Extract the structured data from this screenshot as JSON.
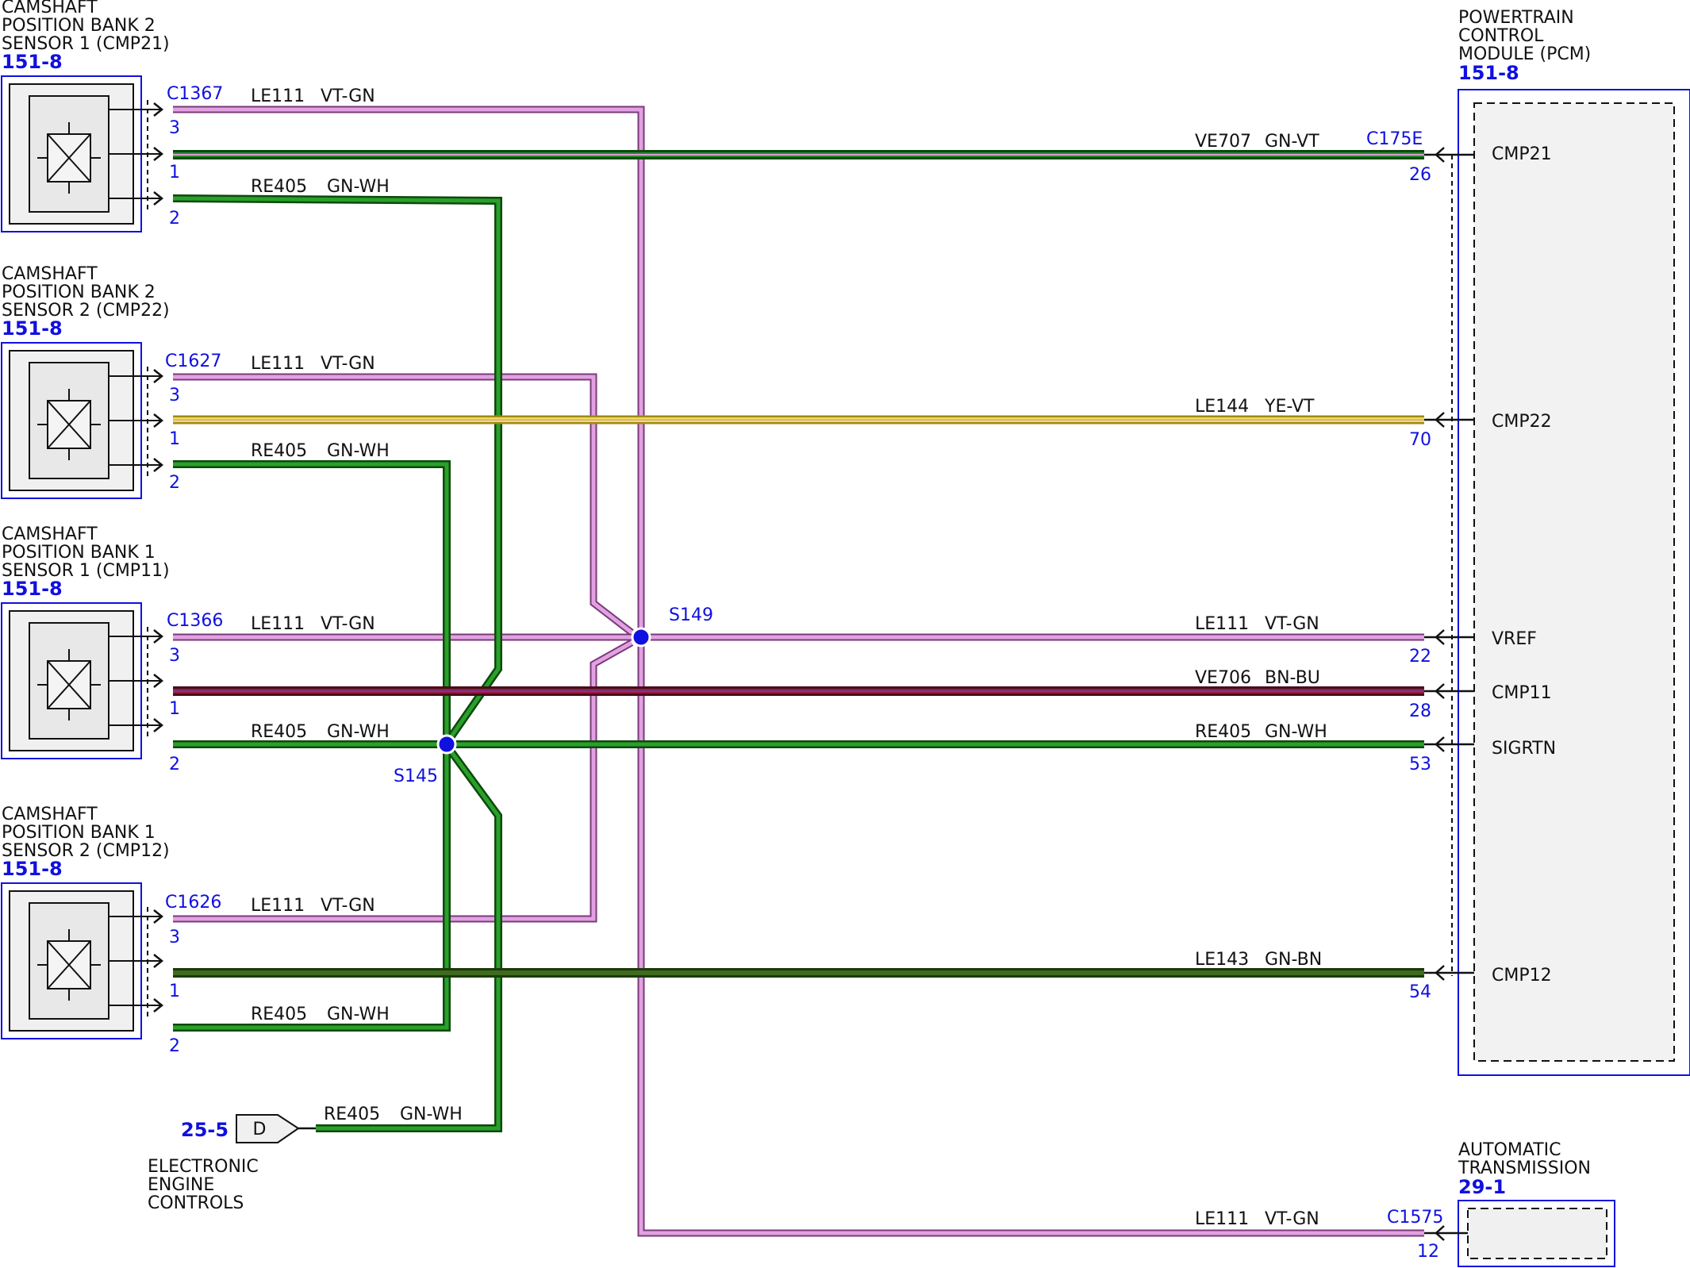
{
  "components": {
    "cmp21": {
      "title": [
        "CAMSHAFT",
        "POSITION BANK 2",
        "SENSOR 1 (CMP21)"
      ],
      "ref": "151-8",
      "connector": "C1367"
    },
    "cmp22": {
      "title": [
        "CAMSHAFT",
        "POSITION BANK 2",
        "SENSOR 2 (CMP22)"
      ],
      "ref": "151-8",
      "connector": "C1627"
    },
    "cmp11": {
      "title": [
        "CAMSHAFT",
        "POSITION BANK 1",
        "SENSOR 1 (CMP11)"
      ],
      "ref": "151-8",
      "connector": "C1366"
    },
    "cmp12": {
      "title": [
        "CAMSHAFT",
        "POSITION BANK 1",
        "SENSOR 2 (CMP12)"
      ],
      "ref": "151-8",
      "connector": "C1626"
    },
    "pcm": {
      "title": [
        "POWERTRAIN",
        "CONTROL",
        "MODULE (PCM)"
      ],
      "ref": "151-8",
      "connector": "C175E",
      "pins": [
        "CMP21",
        "CMP22",
        "VREF",
        "CMP11",
        "SIGRTN",
        "CMP12"
      ]
    },
    "trans": {
      "title": [
        "AUTOMATIC",
        "TRANSMISSION"
      ],
      "ref": "29-1",
      "connector": "C1575"
    },
    "eec": {
      "title": [
        "ELECTRONIC",
        "ENGINE",
        "CONTROLS"
      ],
      "ref": "25-5",
      "connector_letter": "D"
    }
  },
  "splices": {
    "s149": "S149",
    "s145": "S145"
  },
  "pins": {
    "p3": "3",
    "p1": "1",
    "p2": "2",
    "p26": "26",
    "p70": "70",
    "p22": "22",
    "p28": "28",
    "p53": "53",
    "p54": "54",
    "p12": "12"
  },
  "wires": {
    "le111": {
      "circuit": "LE111",
      "color": "VT-GN"
    },
    "ve707": {
      "circuit": "VE707",
      "color": "GN-VT"
    },
    "re405": {
      "circuit": "RE405",
      "color": "GN-WH"
    },
    "le144": {
      "circuit": "LE144",
      "color": "YE-VT"
    },
    "ve706": {
      "circuit": "VE706",
      "color": "BN-BU"
    },
    "le143": {
      "circuit": "LE143",
      "color": "GN-BN"
    }
  },
  "colors": {
    "violet": "#d99ad9",
    "green": "#1a7a1a",
    "dark_green": "#2e5e18",
    "yellow": "#e8d040",
    "maroon": "#8a1a3a",
    "blue": "#1010e0"
  }
}
